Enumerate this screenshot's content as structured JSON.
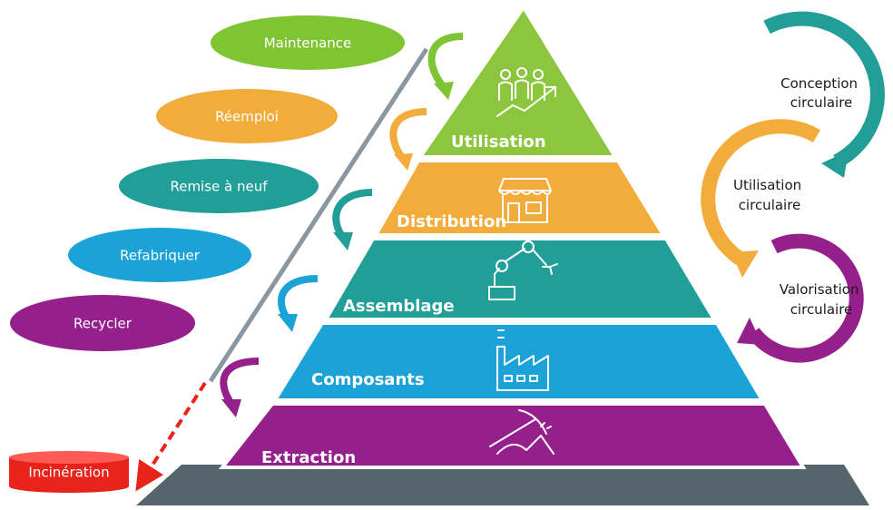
{
  "strategies": [
    {
      "label": "Maintenance",
      "color": "#7fc433"
    },
    {
      "label": "Réemploi",
      "color": "#f2ac3b"
    },
    {
      "label": "Remise à neuf",
      "color": "#209e97"
    },
    {
      "label": "Refabriquer",
      "color": "#1ba3d8"
    },
    {
      "label": "Recycler",
      "color": "#95208c"
    }
  ],
  "disposal": {
    "label": "Incinération",
    "color": "#e8231c"
  },
  "pyramid_levels": [
    {
      "label": "Utilisation",
      "color": "#8cc63f",
      "icon": "people-growth-icon"
    },
    {
      "label": "Distribution",
      "color": "#f2ac3b",
      "icon": "shop-icon"
    },
    {
      "label": "Assemblage",
      "color": "#209e97",
      "icon": "robot-arm-icon"
    },
    {
      "label": "Composants",
      "color": "#1ba3d8",
      "icon": "factory-icon"
    },
    {
      "label": "Extraction",
      "color": "#95208c",
      "icon": "pickaxe-icon"
    }
  ],
  "cycles": [
    {
      "line1": "Conception",
      "line2": "circulaire",
      "color": "#209e97"
    },
    {
      "line1": "Utilisation",
      "line2": "circulaire",
      "color": "#f2ac3b"
    },
    {
      "line1": "Valorisation",
      "line2": "circulaire",
      "color": "#95208c"
    }
  ],
  "base_color": "#56646e"
}
